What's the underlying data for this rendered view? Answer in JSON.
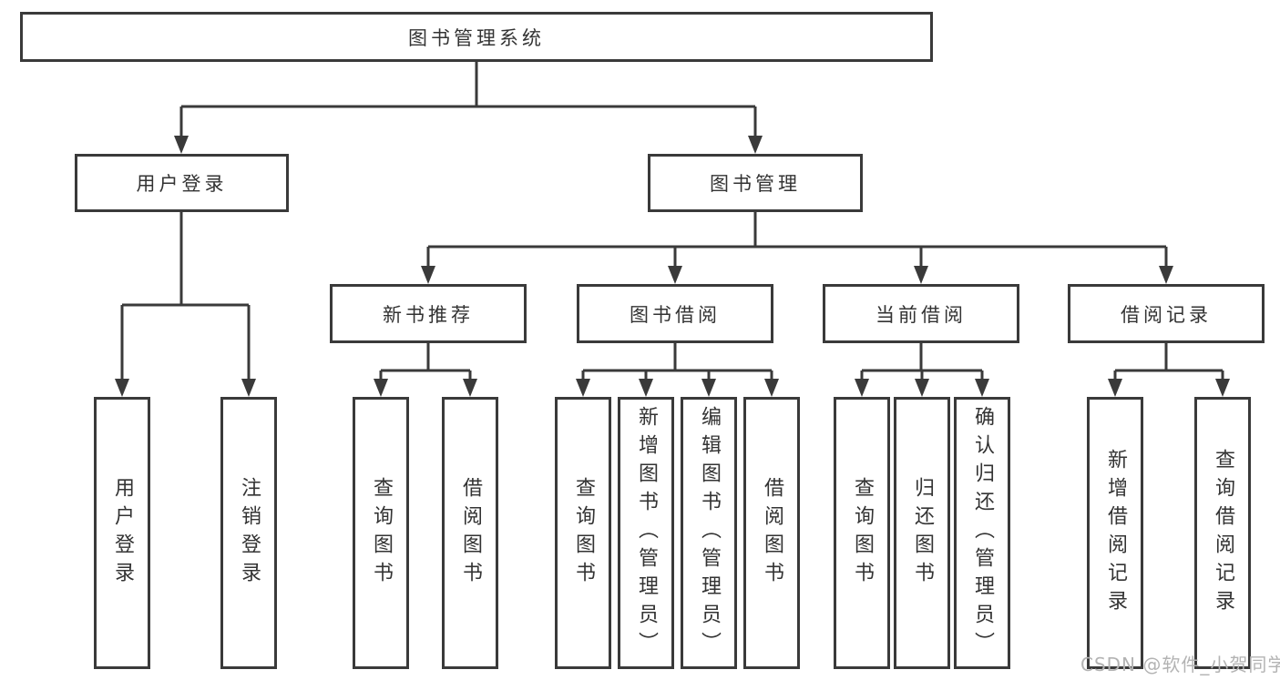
{
  "diagram": {
    "type": "tree-structure-chart",
    "colors": {
      "line": "#3a3a3a",
      "box_border": "#3a3a3a",
      "text": "#333333",
      "background": "#ffffff",
      "watermark": "#b3b3b3"
    },
    "root": {
      "label": "图书管理系统"
    },
    "level2": [
      {
        "label": "用户登录"
      },
      {
        "label": "图书管理"
      }
    ],
    "level3": [
      {
        "label": "新书推荐",
        "parent": "图书管理"
      },
      {
        "label": "图书借阅",
        "parent": "图书管理"
      },
      {
        "label": "当前借阅",
        "parent": "图书管理"
      },
      {
        "label": "借阅记录",
        "parent": "图书管理"
      }
    ],
    "leaves": [
      {
        "label": "用户登录",
        "parent": "用户登录"
      },
      {
        "label": "注销登录",
        "parent": "用户登录"
      },
      {
        "label": "查询图书",
        "parent": "新书推荐"
      },
      {
        "label": "借阅图书",
        "parent": "新书推荐"
      },
      {
        "label": "查询图书",
        "parent": "图书借阅"
      },
      {
        "label": "新增图书（管理员）",
        "parent": "图书借阅"
      },
      {
        "label": "编辑图书（管理员）",
        "parent": "图书借阅"
      },
      {
        "label": "借阅图书",
        "parent": "图书借阅"
      },
      {
        "label": "查询图书",
        "parent": "当前借阅"
      },
      {
        "label": "归还图书",
        "parent": "当前借阅"
      },
      {
        "label": "确认归还（管理员）",
        "parent": "当前借阅"
      },
      {
        "label": "新增借阅记录",
        "parent": "借阅记录"
      },
      {
        "label": "查询借阅记录",
        "parent": "借阅记录"
      }
    ],
    "watermark": "CSDN @软件_小贺同学"
  }
}
